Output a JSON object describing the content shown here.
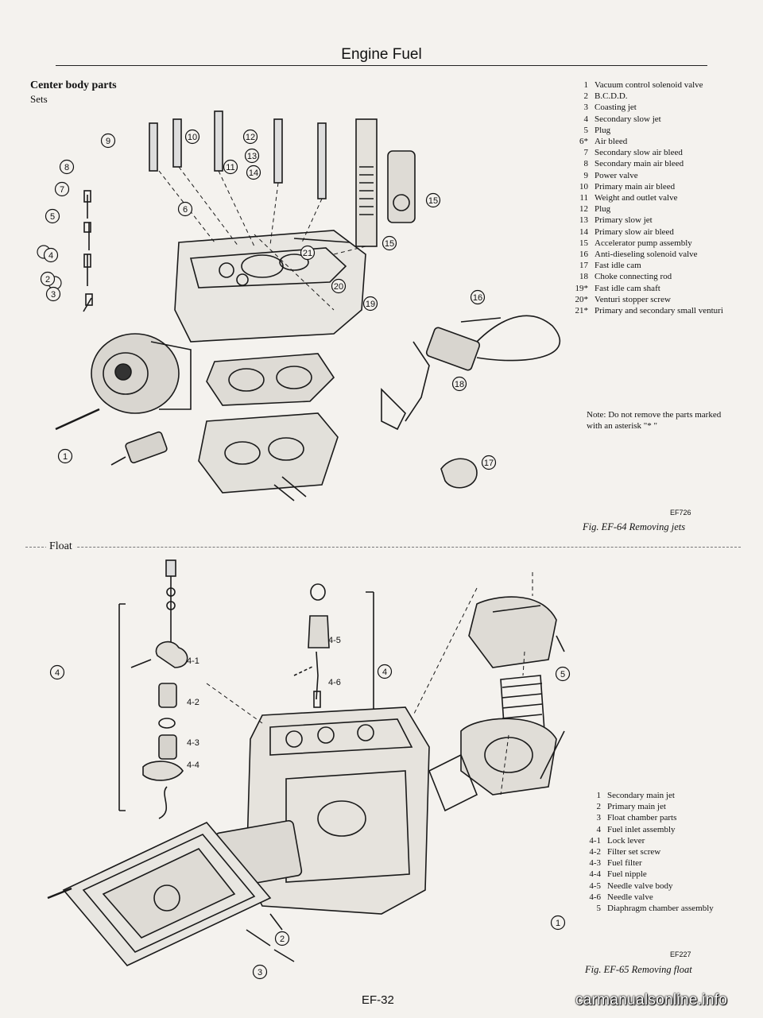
{
  "header": {
    "title": "Engine Fuel"
  },
  "section1": {
    "title": "Center body parts",
    "subtitle": "Sets",
    "legend": [
      {
        "num": "1",
        "text": "Vacuum control solenoid valve"
      },
      {
        "num": "2",
        "text": "B.C.D.D."
      },
      {
        "num": "3",
        "text": "Coasting jet"
      },
      {
        "num": "4",
        "text": "Secondary slow jet"
      },
      {
        "num": "5",
        "text": "Plug"
      },
      {
        "num": "6*",
        "text": "Air bleed"
      },
      {
        "num": "7",
        "text": "Secondary slow air bleed"
      },
      {
        "num": "8",
        "text": "Secondary main air bleed"
      },
      {
        "num": "9",
        "text": "Power valve"
      },
      {
        "num": "10",
        "text": "Primary main air bleed"
      },
      {
        "num": "11",
        "text": "Weight and outlet valve"
      },
      {
        "num": "12",
        "text": "Plug"
      },
      {
        "num": "13",
        "text": "Primary slow jet"
      },
      {
        "num": "14",
        "text": "Primary slow air bleed"
      },
      {
        "num": "15",
        "text": "Accelerator pump assembly"
      },
      {
        "num": "16",
        "text": "Anti-dieseling solenoid valve"
      },
      {
        "num": "17",
        "text": "Fast idle cam"
      },
      {
        "num": "18",
        "text": "Choke connecting rod"
      },
      {
        "num": "19*",
        "text": "Fast idle cam shaft"
      },
      {
        "num": "20*",
        "text": "Venturi stopper screw"
      },
      {
        "num": "21*",
        "text": "Primary and secondary small venturi"
      }
    ],
    "note": "Note: Do not remove the parts marked with an asterisk \"* \"",
    "figure_code": "EF726",
    "caption": "Fig. EF-64 Removing jets",
    "callouts": [
      "1",
      "2",
      "3",
      "4",
      "5",
      "6",
      "7",
      "8",
      "9",
      "10",
      "11",
      "12",
      "13",
      "14",
      "15",
      "15",
      "16",
      "17",
      "18",
      "19",
      "20",
      "21"
    ]
  },
  "section2": {
    "title": "Float",
    "legend": [
      {
        "num": "1",
        "text": "Secondary main jet"
      },
      {
        "num": "2",
        "text": "Primary main jet"
      },
      {
        "num": "3",
        "text": "Float chamber parts"
      },
      {
        "num": "4",
        "text": "Fuel inlet assembly"
      },
      {
        "num": "4-1",
        "text": "Lock lever"
      },
      {
        "num": "4-2",
        "text": "Filter set screw"
      },
      {
        "num": "4-3",
        "text": "Fuel filter"
      },
      {
        "num": "4-4",
        "text": "Fuel nipple"
      },
      {
        "num": "4-5",
        "text": "Needle valve body"
      },
      {
        "num": "4-6",
        "text": "Needle valve"
      },
      {
        "num": "5",
        "text": "Diaphragm chamber assembly"
      }
    ],
    "figure_code": "EF227",
    "caption": "Fig. EF-65 Removing float",
    "callouts": [
      "4-1",
      "4-2",
      "4-3",
      "4-4",
      "4-5",
      "4-6",
      "4",
      "4",
      "5",
      "1",
      "2",
      "3"
    ]
  },
  "footer": {
    "page": "EF-32"
  },
  "watermark": "carmanualsonline.info"
}
